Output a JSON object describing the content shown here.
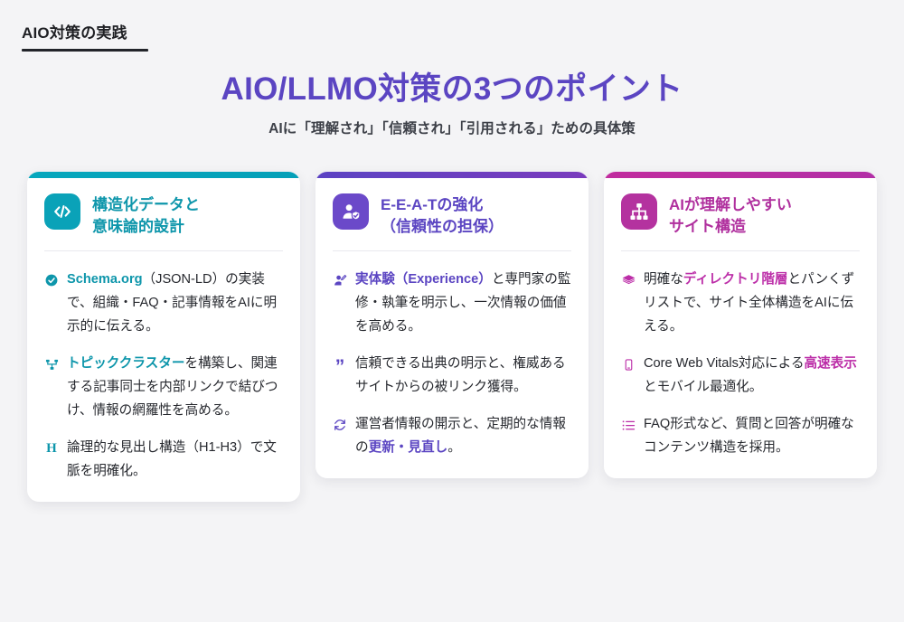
{
  "eyebrow": {
    "label": "AIO対策の実践"
  },
  "header": {
    "title": "AIO/LLMO対策の3つのポイント",
    "subtitle": "AIに「理解され」「信頼され」「引用される」ための具体策",
    "title_color": "#5b45c2"
  },
  "cards": [
    {
      "id": "structured-data",
      "accent_color": "#06a7bd",
      "icon": "code-icon",
      "icon_bg": "#0aa2b8",
      "title_color": "#0e96ab",
      "title_line1": "構造化データと",
      "title_line2": "意味論的設計",
      "bullets": [
        {
          "icon": "check-circle-icon",
          "strong": "Schema.org",
          "rest": "（JSON-LD）の実装で、組織・FAQ・記事情報をAIに明示的に伝える。"
        },
        {
          "icon": "topic-cluster-icon",
          "strong": "トピッククラスター",
          "rest": "を構築し、関連する記事同士を内部リンクで結びつけ、情報の網羅性を高める。"
        },
        {
          "icon": "heading-h-icon",
          "strong": "",
          "rest": "論理的な見出し構造（H1-H3）で文脈を明確化。"
        }
      ]
    },
    {
      "id": "eeat",
      "accent_color": "#5b43c3",
      "icon": "person-shield-icon",
      "icon_bg": "#6b49c9",
      "title_color": "#5b45c2",
      "title_line1": "E-E-A-Tの強化",
      "title_line2": "（信頼性の担保）",
      "bullets": [
        {
          "icon": "person-edit-icon",
          "strong": "実体験（Experience）",
          "rest": "と専門家の監修・執筆を明示し、一次情報の価値を高める。"
        },
        {
          "icon": "quote-icon",
          "strong": "",
          "rest": "信頼できる出典の明示と、権威あるサイトからの被リンク獲得。"
        },
        {
          "icon": "refresh-icon",
          "strong": "",
          "rest": "運営者情報の開示と、定期的な情報の",
          "strong_tail": "更新・見直し",
          "tail": "。"
        }
      ]
    },
    {
      "id": "site-structure",
      "accent_color": "#c12c9e",
      "icon": "sitemap-icon",
      "icon_bg": "#b4329f",
      "title_color": "#b0309e",
      "title_line1": "AIが理解しやすい",
      "title_line2": "サイト構造",
      "bullets": [
        {
          "icon": "layers-icon",
          "strong": "",
          "rest": "明確な",
          "strong_tail": "ディレクトリ階層",
          "tail": "とパンくずリストで、サイト全体構造をAIに伝える。"
        },
        {
          "icon": "mobile-icon",
          "strong": "",
          "rest": "Core Web Vitals対応による",
          "strong_tail": "高速表示",
          "tail": "とモバイル最適化。"
        },
        {
          "icon": "list-icon",
          "strong": "",
          "rest": "FAQ形式など、質問と回答が明確なコンテンツ構造を採用。"
        }
      ]
    }
  ]
}
